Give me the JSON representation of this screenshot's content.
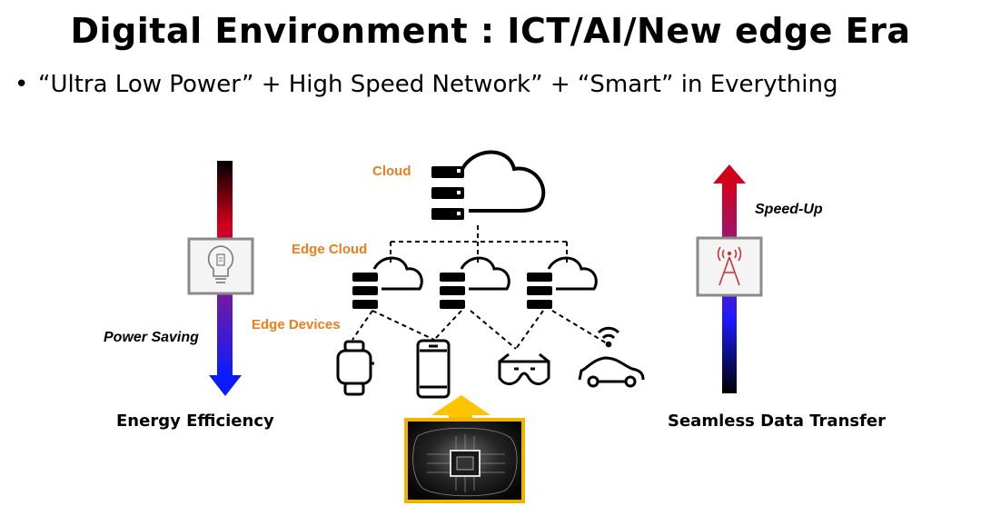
{
  "title": "Digital Environment : ICT/AI/New edge Era",
  "bullet": {
    "marker": "•",
    "text": "“Ultra Low Power” + High Speed Network” + “Smart” in Everything"
  },
  "labels": {
    "cloud": "Cloud",
    "edge_cloud": "Edge Cloud",
    "edge_devices": "Edge Devices",
    "power_saving": "Power Saving",
    "speed_up": "Speed-Up",
    "energy_efficiency": "Energy Efficiency",
    "seamless_data_transfer": "Seamless Data Transfer"
  },
  "icons": {
    "bulb": "lightbulb-battery-icon",
    "tower": "antenna-tower-icon",
    "watch": "smartwatch-icon",
    "phone": "smartphone-icon",
    "glasses": "vr-glasses-icon",
    "car": "connected-car-icon",
    "chip": "ai-chip-brain-icon"
  },
  "colors": {
    "orange_label": "#ef7d1a",
    "chip_border": "#f0b400",
    "up_arrow_top": "#d0021b",
    "down_arrow_bottom": "#0a1cff"
  }
}
